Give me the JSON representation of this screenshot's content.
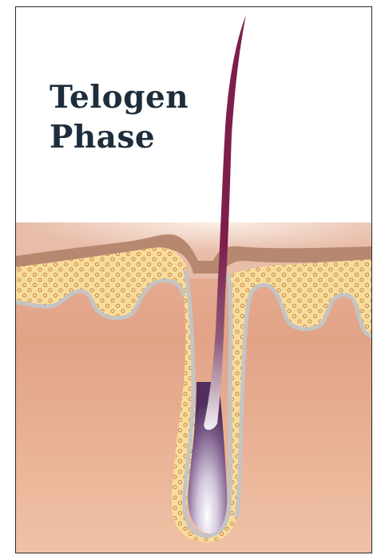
{
  "title": {
    "line1": "Telogen",
    "line2": "Phase"
  },
  "colors": {
    "background": "#ffffff",
    "title_text": "#1d2d3c",
    "dermis": "#e2a286",
    "epidermis_top": "#eccdbd",
    "skin_surface_band": "#b78870",
    "fat_layer": "#f8dc9c",
    "fat_dots": "#c47a3c",
    "follicle_sheath": "#c4c4c4",
    "hair_shaft": "#7d1e4d",
    "bulb_core": "#f4f0f6",
    "bulb_edge": "#5a3a6a"
  },
  "icons": {
    "hair_follicle": "hair-follicle-illustration"
  }
}
